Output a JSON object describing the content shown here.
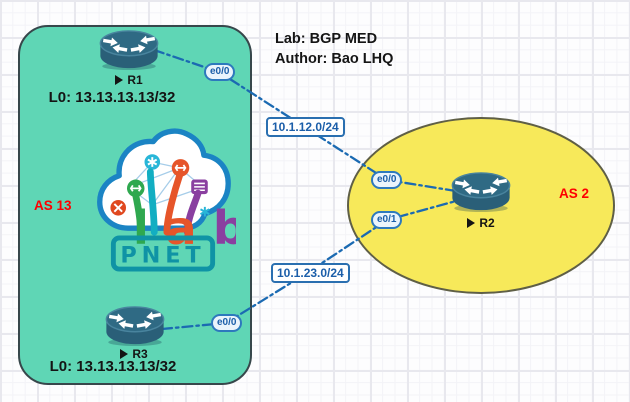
{
  "header": {
    "lab_title": "Lab: BGP MED",
    "author": "Author: Bao LHQ"
  },
  "zones": {
    "as13": {
      "label": "AS 13",
      "shape": "rounded-rectangle",
      "fill": "#5fd6b5"
    },
    "as2": {
      "label": "AS 2",
      "shape": "ellipse",
      "fill": "#f7e95a"
    }
  },
  "nodes": {
    "r1": {
      "name": "R1",
      "type": "router",
      "loopback": "L0: 13.13.13.13/32"
    },
    "r2": {
      "name": "R2",
      "type": "router"
    },
    "r3": {
      "name": "R3",
      "type": "router",
      "loopback": "L0: 13.13.13.13/32"
    }
  },
  "links": {
    "r1_r2": {
      "network": "10.1.12.0/24",
      "r1_interface": "e0/0",
      "r2_interface": "e0/0"
    },
    "r3_r2": {
      "network": "10.1.23.0/24",
      "r3_interface": "e0/0",
      "r2_interface": "e0/1"
    }
  },
  "logo": {
    "lab_letters": [
      "l",
      "a",
      "b"
    ],
    "pnet_text": "PNET"
  },
  "colors": {
    "as13_fill": "#5fd6b5",
    "as2_fill": "#f7e95a",
    "as_label_red": "#fe0000",
    "link_blue": "#1b6ab2",
    "interface_label_blue": "#1b5ea9",
    "router_body": "#2a5f78"
  }
}
